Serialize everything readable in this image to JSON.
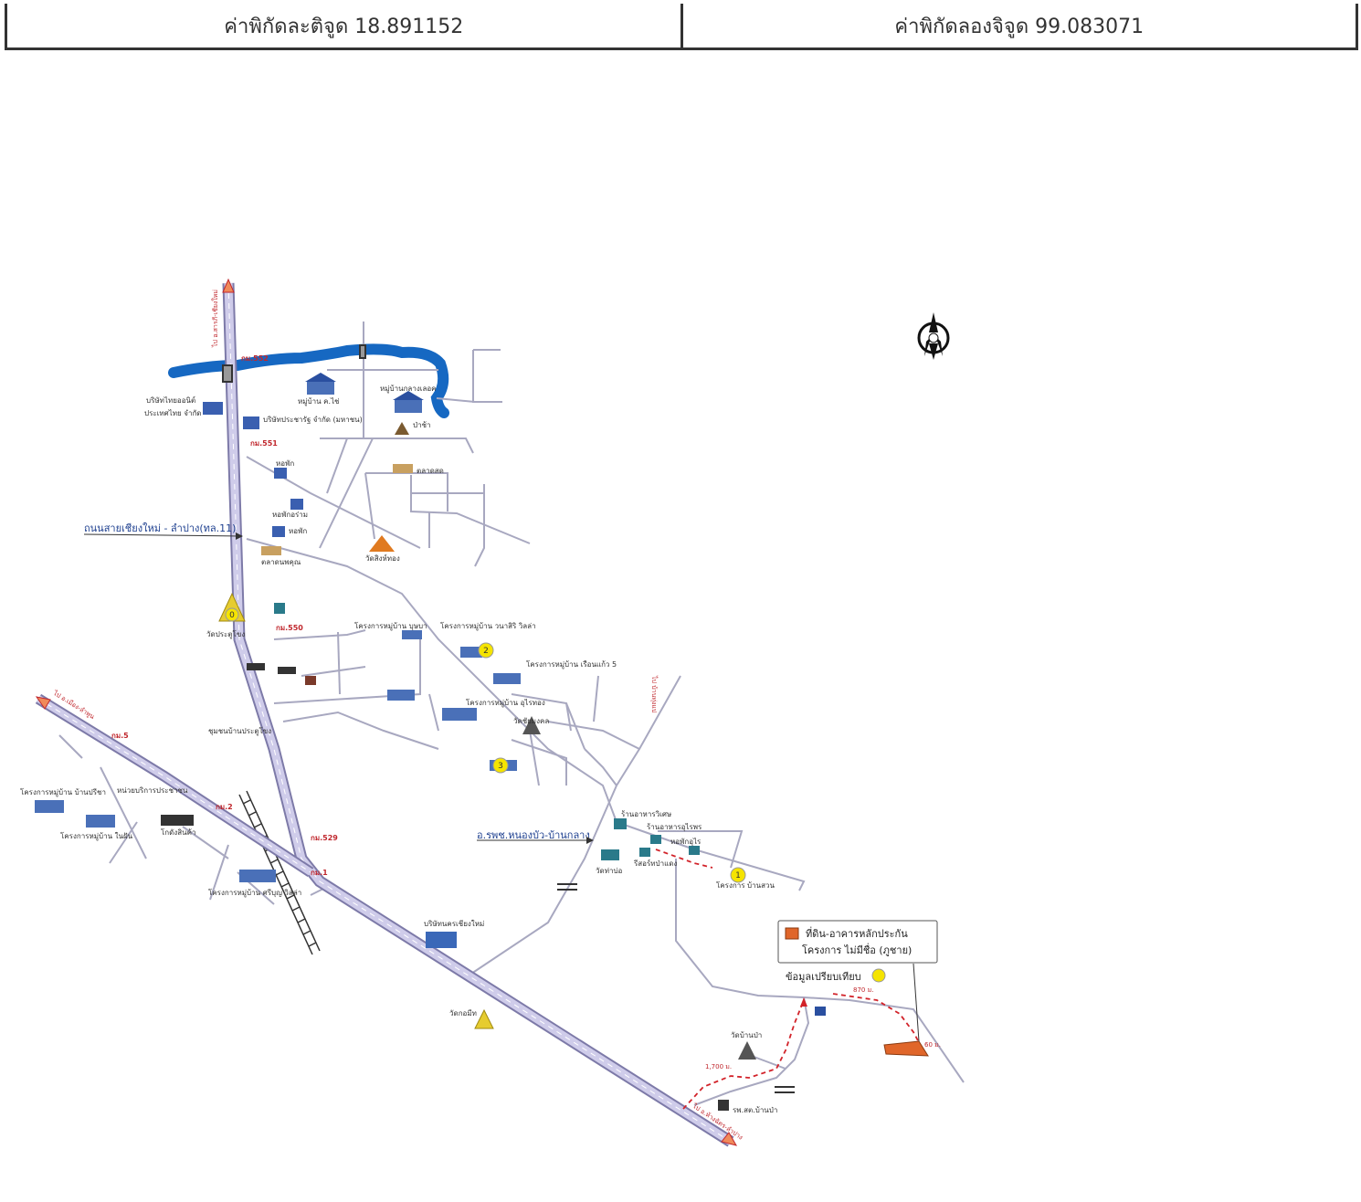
{
  "header": {
    "latitude_label": "ค่าพิกัดละติจูด 18.891152",
    "longitude_label": "ค่าพิกัดลองจิจูด 99.083071"
  },
  "map": {
    "highway_label": "ถนนสายเชียงใหม่ - ลำปาง(ทล.11)",
    "route_label": "อ.รพช.หนองบัว-บ้านกลาง",
    "km_markers": [
      "กม.552",
      "กม.551",
      "กม.550",
      "กม.529",
      "กม.1",
      "กม.2",
      "กม.5"
    ],
    "distance_labels": [
      "870 ม.",
      "1,700 ม.",
      "60 ม."
    ],
    "vertical_labels": [
      "ไป อ.สารภี-เชียงใหม่",
      "ไป อ.เมือง-ลำพูน",
      "ไป อ.ห้างฉัตร-ลำปาง",
      "ไป บ้านทุ่งแป"
    ],
    "places": [
      "บริษัทไทยออนิต์",
      "ประเทศไทย จำกัด",
      "บริษัทประชารัฐ จำกัด (มหาชน)",
      "หมู่บ้าน ค.ไช่",
      "หมู่บ้านกลางเลอค",
      "ป่าช้า",
      "หอพัก",
      "ตลาดสด",
      "หอพักอร่าม",
      "หอพัก",
      "ตลาดนพคุณ",
      "วัดสิงห์ทอง",
      "วัดประตูโขง",
      "โครงการหมู่บ้าน บุษบา",
      "โครงการหมู่บ้าน วนาสิริ วิลล่า",
      "โครงการหมู่บ้าน เรือนแก้ว 5",
      "วัดชัยมงคล",
      "โครงการหมู่บ้าน อุไรทอง",
      "ชุมชนบ้านประตูโขง",
      "โครงการหมู่บ้าน บ้านปรีชา",
      "หน่วยบริการประชาชน",
      "โครงการหมู่บ้าน ในฝัน",
      "โกดังสินค้า",
      "โครงการหมู่บ้าน ศรีบุญ วิลล่า",
      "บริษัทนครเชียงใหม่",
      "วัดกอมีท",
      "ร้านอาหารวิเศษ",
      "ร้านอาหารอุไรพร",
      "หอพักอุไร",
      "รีสอร์ทป่าแดง",
      "โครงการ บ้านสวน",
      "วัดท่าบ่อ",
      "วัดบ้านป่า",
      "รพ.สต.บ้านป่า"
    ],
    "legend": {
      "collateral_title": "ที่ดิน-อาคารหลักประกัน",
      "collateral_project": "โครงการ ไม่มีชื่อ (ภูชาย)",
      "comparison_label": "ข้อมูลเปรียบเทียบ"
    },
    "comparable_numbers": [
      "0",
      "1",
      "2",
      "3"
    ],
    "colors": {
      "highway": "#b9b6d8",
      "road": "#a8a8c0",
      "river": "#1668c2",
      "collateral": "#e0662a",
      "comparable": "#f5e400",
      "route": "#d2232a"
    }
  }
}
